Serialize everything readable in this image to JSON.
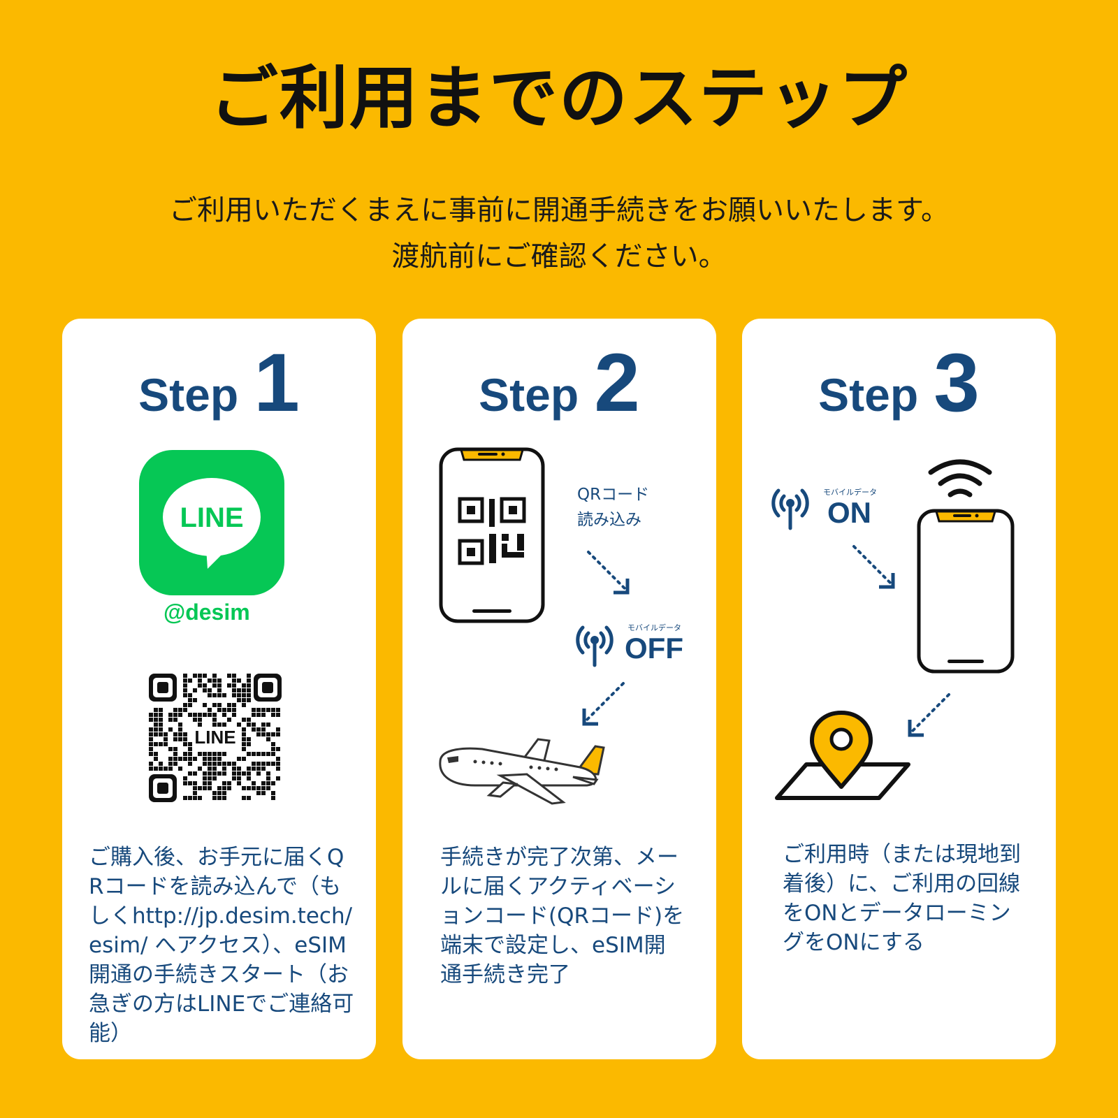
{
  "header": {
    "title": "ご利用までのステップ",
    "subtitle_line1": "ご利用いただくまえに事前に開通手続きをお願いいたします。",
    "subtitle_line2": "渡航前にご確認ください。"
  },
  "colors": {
    "background": "#fbb900",
    "accent_blue": "#17497c",
    "line_green": "#06c755",
    "card": "#ffffff"
  },
  "steps": [
    {
      "word": "Step",
      "number": "1",
      "line_logo_text": "LINE",
      "line_handle": "@desim",
      "qr_label": "LINE",
      "description": "ご購入後、お手元に届くQRコードを読み込んで（もしくhttp://jp.desim.tech/esim/ へアクセス）、eSIM開通の手続きスタート（お急ぎの方はLINEでご連絡可能）"
    },
    {
      "word": "Step",
      "number": "2",
      "qr_label_line1": "QRコード",
      "qr_label_line2": "読み込み",
      "mobile_data_label": "モバイルデータ",
      "mobile_data_state": "OFF",
      "description": "手続きが完了次第、メールに届くアクティベーションコード(QRコード)を端末で設定し、eSIM開通手続き完了"
    },
    {
      "word": "Step",
      "number": "3",
      "mobile_data_label": "モバイルデータ",
      "mobile_data_state": "ON",
      "description": "ご利用時（または現地到着後）に、ご利用の回線をONとデータローミングをONにする"
    }
  ]
}
